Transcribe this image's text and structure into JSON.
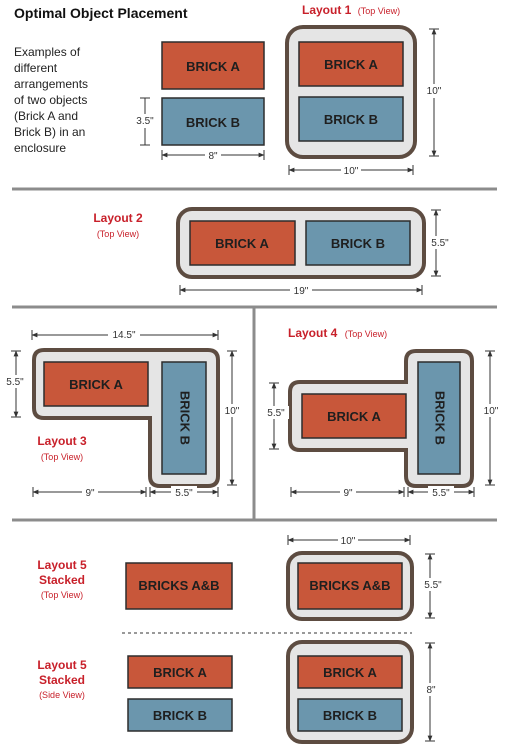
{
  "title": "Optimal Object Placement",
  "description": [
    "Examples of",
    "different",
    "arrangements",
    "of two objects",
    "(Brick A and",
    "Brick B) in an",
    "enclosure"
  ],
  "colors": {
    "brick_a": "#c8573a",
    "brick_b": "#6b96ad",
    "enclosure_stroke": "#5d4c41",
    "enclosure_fill": "#e5e5e5",
    "accent_red": "#c8202a",
    "divider": "#8c8c8c"
  },
  "labels": {
    "brick_a": "BRICK A",
    "brick_b": "BRICK B",
    "bricks_ab": "BRICKS A&B",
    "top_view": "(Top View)",
    "side_view": "(Side View)",
    "stacked": "Stacked"
  },
  "layouts": {
    "l1": {
      "title": "Layout 1"
    },
    "l2": {
      "title": "Layout 2"
    },
    "l3": {
      "title": "Layout 3"
    },
    "l4": {
      "title": "Layout 4"
    },
    "l5": {
      "title": "Layout 5"
    }
  },
  "dims": {
    "brick_h": "3.5\"",
    "brick_w": "8\"",
    "l1_h": "10\"",
    "l1_w": "10\"",
    "l2_h": "5.5\"",
    "l2_w": "19\"",
    "l3_w_total": "14.5\"",
    "l3_h_left": "5.5\"",
    "l3_h_right": "10\"",
    "l3_w_a": "9\"",
    "l3_w_b": "5.5\"",
    "l4_h_left": "5.5\"",
    "l4_h_right": "10\"",
    "l4_w_a": "9\"",
    "l4_w_b": "5.5\"",
    "l5_w": "10\"",
    "l5_h_top": "5.5\"",
    "l5_h_side": "8\""
  }
}
